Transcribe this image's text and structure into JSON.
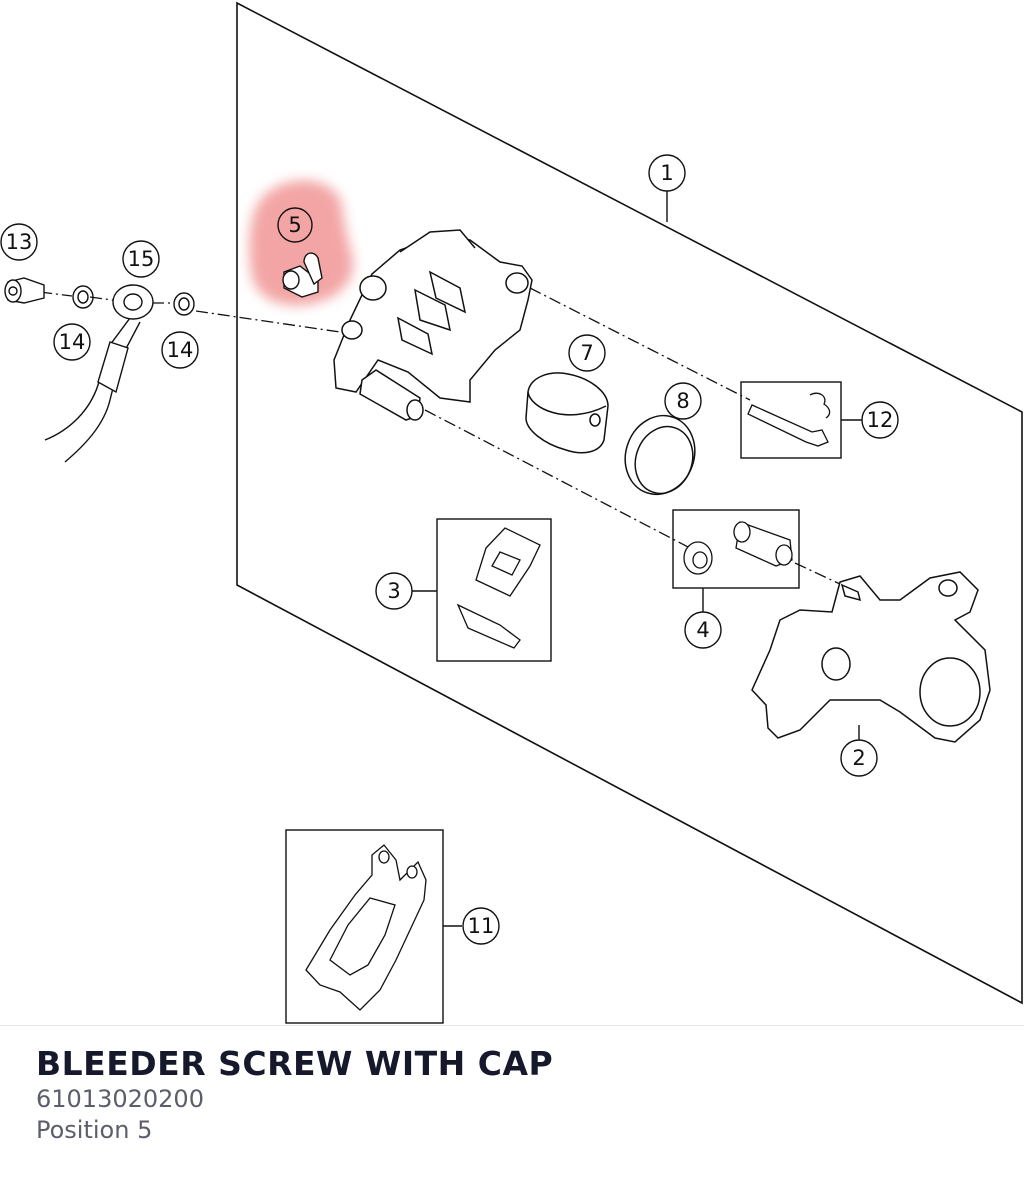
{
  "diagram": {
    "callouts": [
      {
        "id": "c1",
        "label": "1"
      },
      {
        "id": "c2",
        "label": "2"
      },
      {
        "id": "c3",
        "label": "3"
      },
      {
        "id": "c4",
        "label": "4"
      },
      {
        "id": "c5",
        "label": "5"
      },
      {
        "id": "c7",
        "label": "7"
      },
      {
        "id": "c8",
        "label": "8"
      },
      {
        "id": "c11",
        "label": "11"
      },
      {
        "id": "c12",
        "label": "12"
      },
      {
        "id": "c13",
        "label": "13"
      },
      {
        "id": "c14a",
        "label": "14"
      },
      {
        "id": "c14b",
        "label": "14"
      },
      {
        "id": "c15",
        "label": "15"
      }
    ],
    "highlight_color": "#f08c8c",
    "line_color": "#111111"
  },
  "info": {
    "name": "BLEEDER SCREW WITH CAP",
    "number": "61013020200",
    "position": "Position 5"
  }
}
